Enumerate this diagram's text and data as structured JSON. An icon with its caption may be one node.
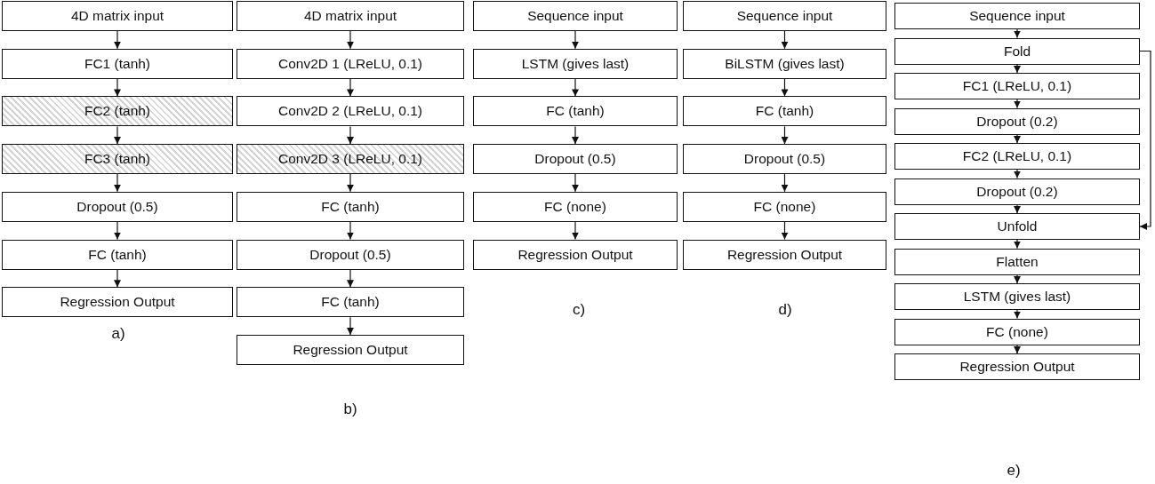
{
  "diagram": {
    "nodes": [
      {
        "text": [
          "4D matrix input"
        ]
      },
      {
        "text": [
          "FC1 (tanh)"
        ]
      },
      {
        "text": [
          "FC2 (tanh)"
        ]
      },
      {
        "text": [
          "FC3 (tanh)"
        ]
      },
      {
        "text": [
          "Dropout (0.5)"
        ]
      },
      {
        "text": [
          "FC (tanh)"
        ]
      },
      {
        "text": [
          "Regression Output"
        ]
      },
      {
        "text": [
          "4D matrix input"
        ]
      },
      {
        "text": [
          "Conv2D 1 (LReLU, 0.1)"
        ]
      },
      {
        "text": [
          "Conv2D 2 (LReLU, 0.1)"
        ]
      },
      {
        "text": [
          "Conv2D 3 (LReLU, 0.1)"
        ]
      },
      {
        "text": [
          "FC (tanh)"
        ]
      },
      {
        "text": [
          "Dropout (0.5)"
        ]
      },
      {
        "text": [
          "FC (tanh)"
        ]
      },
      {
        "text": [
          "Regression Output"
        ]
      },
      {
        "text": [
          "Sequence input"
        ]
      },
      {
        "text": [
          "LSTM (gives last)"
        ]
      },
      {
        "text": [
          "FC (tanh)"
        ]
      },
      {
        "text": [
          "Dropout (0.5)"
        ]
      },
      {
        "text": [
          "FC (none)"
        ]
      },
      {
        "text": [
          "Regression Output"
        ]
      },
      {
        "text": [
          "Sequence input"
        ]
      },
      {
        "text": [
          "BiLSTM (gives last)"
        ]
      },
      {
        "text": [
          "FC (tanh)"
        ]
      },
      {
        "text": [
          "Dropout (0.5)"
        ]
      },
      {
        "text": [
          "FC (none)"
        ]
      },
      {
        "text": [
          "Regression Output"
        ]
      },
      {
        "text": [
          "Sequence input"
        ]
      },
      {
        "text": [
          "Fold"
        ]
      },
      {
        "text": [
          "FC1 (LReLU, 0.1)"
        ]
      },
      {
        "text": [
          "Dropout (0.2)"
        ]
      },
      {
        "text": [
          "FC2 (LReLU, 0.1)"
        ]
      },
      {
        "text": [
          "Dropout (0.2)"
        ]
      },
      {
        "text": [
          "Unfold"
        ]
      },
      {
        "text": [
          "Flatten"
        ]
      },
      {
        "text": [
          "LSTM (gives last)"
        ]
      },
      {
        "text": [
          "FC (none)"
        ]
      },
      {
        "text": [
          "Regression Output"
        ]
      }
    ],
    "edges": [
      {
        "from": 0,
        "to": 1,
        "arrow": "to"
      },
      {
        "from": 1,
        "to": 2,
        "arrow": "to"
      },
      {
        "from": 2,
        "to": 3,
        "arrow": "to"
      },
      {
        "from": 3,
        "to": 4,
        "arrow": "to"
      },
      {
        "from": 4,
        "to": 5,
        "arrow": "to"
      },
      {
        "from": 5,
        "to": 6,
        "arrow": "to"
      },
      {
        "from": 7,
        "to": 8,
        "arrow": "to"
      },
      {
        "from": 8,
        "to": 9,
        "arrow": "to"
      },
      {
        "from": 9,
        "to": 10,
        "arrow": "to"
      },
      {
        "from": 10,
        "to": 11,
        "arrow": "to"
      },
      {
        "from": 11,
        "to": 12,
        "arrow": "to"
      },
      {
        "from": 12,
        "to": 13,
        "arrow": "to"
      },
      {
        "from": 13,
        "to": 14,
        "arrow": "to"
      },
      {
        "from": 15,
        "to": 16,
        "arrow": "to"
      },
      {
        "from": 16,
        "to": 17,
        "arrow": "to"
      },
      {
        "from": 17,
        "to": 18,
        "arrow": "to"
      },
      {
        "from": 18,
        "to": 19,
        "arrow": "to"
      },
      {
        "from": 19,
        "to": 20,
        "arrow": "to"
      },
      {
        "from": 21,
        "to": 22,
        "arrow": "to"
      },
      {
        "from": 22,
        "to": 23,
        "arrow": "to"
      },
      {
        "from": 23,
        "to": 24,
        "arrow": "to"
      },
      {
        "from": 24,
        "to": 25,
        "arrow": "to"
      },
      {
        "from": 25,
        "to": 26,
        "arrow": "to"
      },
      {
        "from": 27,
        "to": 28,
        "arrow": "to"
      },
      {
        "from": 28,
        "to": 29,
        "arrow": "to"
      },
      {
        "from": 29,
        "to": 30,
        "arrow": "to"
      },
      {
        "from": 30,
        "to": 31,
        "arrow": "to"
      },
      {
        "from": 31,
        "to": 32,
        "arrow": "to"
      },
      {
        "from": 32,
        "to": 33,
        "arrow": "to"
      },
      {
        "from": 33,
        "to": 34,
        "arrow": "to"
      },
      {
        "from": 34,
        "to": 35,
        "arrow": "to"
      },
      {
        "from": 35,
        "to": 36,
        "arrow": "to"
      },
      {
        "from": 36,
        "to": 37,
        "arrow": "to"
      },
      {
        "from": 28,
        "to": 33,
        "arrow": "to"
      }
    ],
    "labels": [
      "a)",
      "b)",
      "c)",
      "d)",
      "e)"
    ]
  }
}
